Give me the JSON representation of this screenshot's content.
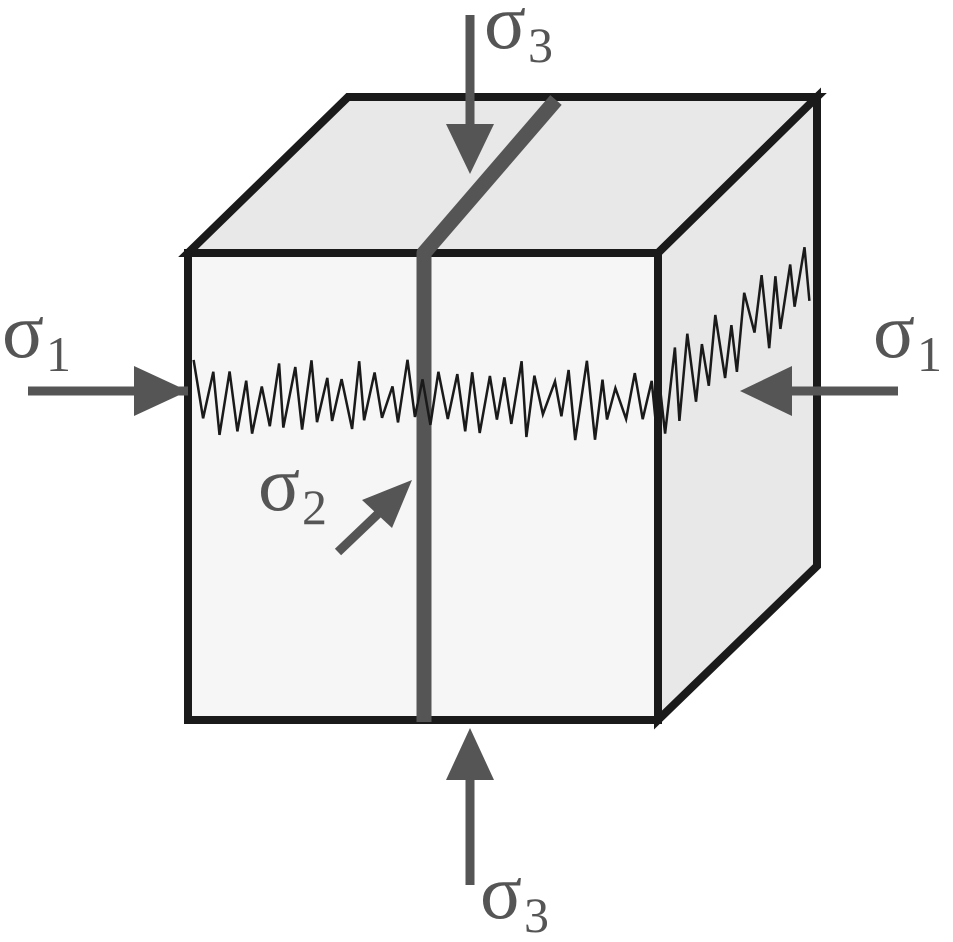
{
  "labels": {
    "sigma1_left": {
      "symbol": "σ",
      "subscript": "1"
    },
    "sigma1_right": {
      "symbol": "σ",
      "subscript": "1"
    },
    "sigma2": {
      "symbol": "σ",
      "subscript": "2"
    },
    "sigma3_top": {
      "symbol": "σ",
      "subscript": "3"
    },
    "sigma3_bottom": {
      "symbol": "σ",
      "subscript": "3"
    }
  },
  "colors": {
    "outline": "#1a1a1a",
    "front_face": "#f6f6f6",
    "top_face": "#e8e8e8",
    "side_face": "#e8e8e8",
    "arrow": "#555555",
    "fracture_plane": "#555555",
    "fracture_trace": "#1a1a1a"
  }
}
